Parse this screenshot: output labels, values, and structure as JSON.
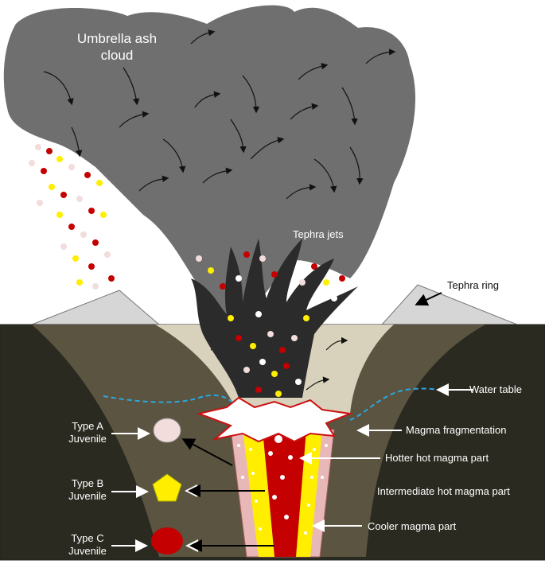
{
  "labels": {
    "umbrella_cloud": "Umbrella ash cloud",
    "tephra_jets": "Tephra jets",
    "tephra_ring": "Tephra ring",
    "water_table": "Water table",
    "magma_fragmentation": "Magma fragmentation",
    "hotter_part": "Hotter hot magma part",
    "intermediate_part": "Intermediate hot magma part",
    "cooler_part": "Cooler magma part",
    "type_a": "Type A\nJuvenile",
    "type_b": "Type B\nJuvenile",
    "type_c": "Type C\nJuvenile"
  },
  "colors": {
    "cloud": "#6f6f6f",
    "ground": "#2b2a20",
    "crater_zone": "#5b5440",
    "conduit_fill": "#d8d2bc",
    "ring": "#d6d6d6",
    "water_table": "#29a8e0",
    "magma_red": "#c40000",
    "magma_yellow": "#ffee00",
    "magma_pink": "#e8b8b8",
    "juvenile_a": "#f2dcdc",
    "juvenile_b": "#ffee00",
    "juvenile_c": "#c40000"
  }
}
